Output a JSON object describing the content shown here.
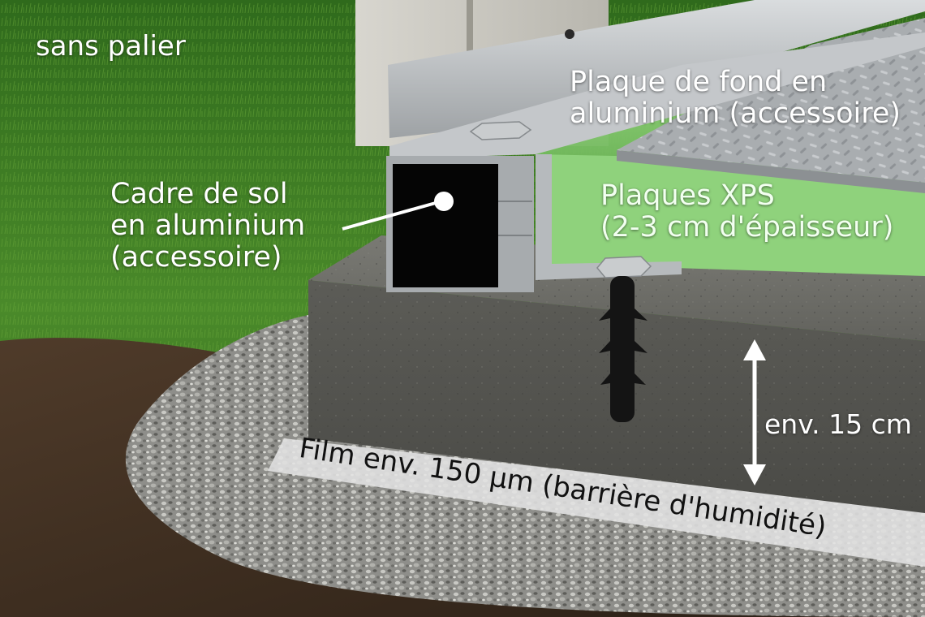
{
  "labels": {
    "top_left": "sans palier",
    "base_plate": "Plaque de fond en\naluminium (accessoire)",
    "ground_frame": "Cadre de sol\nen aluminium\n(accessoire)",
    "xps_panels": "Plaques XPS\n(2-3 cm d'épaisseur)",
    "slab_thickness": "env. 15 cm",
    "film": "Film env. 150 µm (barrière d'humidité)"
  },
  "colors": {
    "grass": "#3f7a22",
    "soil": "#5a4330",
    "gravel": "#9a9a96",
    "concrete": "#6f6f69",
    "xps_green": "#8fd27c",
    "aluminium": "#b9bcbf",
    "film": "#e2e2e2",
    "frame_black": "#050505",
    "dowel": "#141414"
  },
  "icons": [
    "callout-dot",
    "double-headed-arrow",
    "bolt-head",
    "wall-dowel"
  ]
}
